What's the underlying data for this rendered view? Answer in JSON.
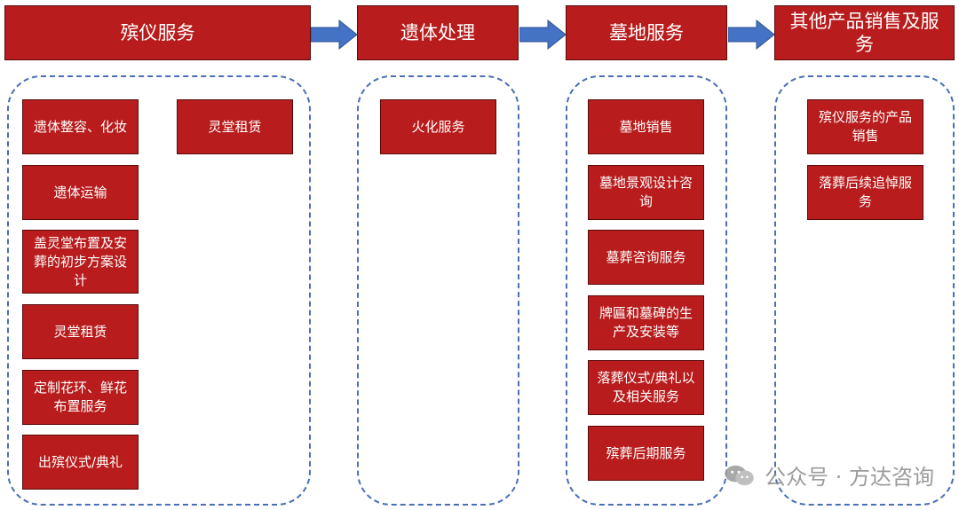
{
  "colors": {
    "box_fill": "#b81c1c",
    "box_border": "#5a0a0a",
    "text": "#ffffff",
    "group_border": "#4a6fb5",
    "arrow": "#4472c4",
    "watermark": "#8a8a8a"
  },
  "headers": {
    "h1": "殡仪服务",
    "h2": "遗体处理",
    "h3": "墓地服务",
    "h4": "其他产品销售及服务"
  },
  "group1": {
    "i1": "遗体整容、化妆",
    "i2": "遗体运输",
    "i3": "盖灵堂布置及安葬的初步方案设计",
    "i4": "灵堂租赁",
    "i5": "定制花环、鲜花布置服务",
    "i6": "出殡仪式/典礼",
    "i7": "灵堂租赁"
  },
  "group2": {
    "i1": "火化服务"
  },
  "group3": {
    "i1": "墓地销售",
    "i2": "墓地景观设计咨询",
    "i3": "墓葬咨询服务",
    "i4": "牌匾和墓碑的生产及安装等",
    "i5": "落葬仪式/典礼以及相关服务",
    "i6": "殡葬后期服务"
  },
  "group4": {
    "i1": "殡仪服务的产品销售",
    "i2": "落葬后续追悼服务"
  },
  "watermark": {
    "icon": "wechat-icon",
    "text": "公众号 · 方达咨询"
  }
}
